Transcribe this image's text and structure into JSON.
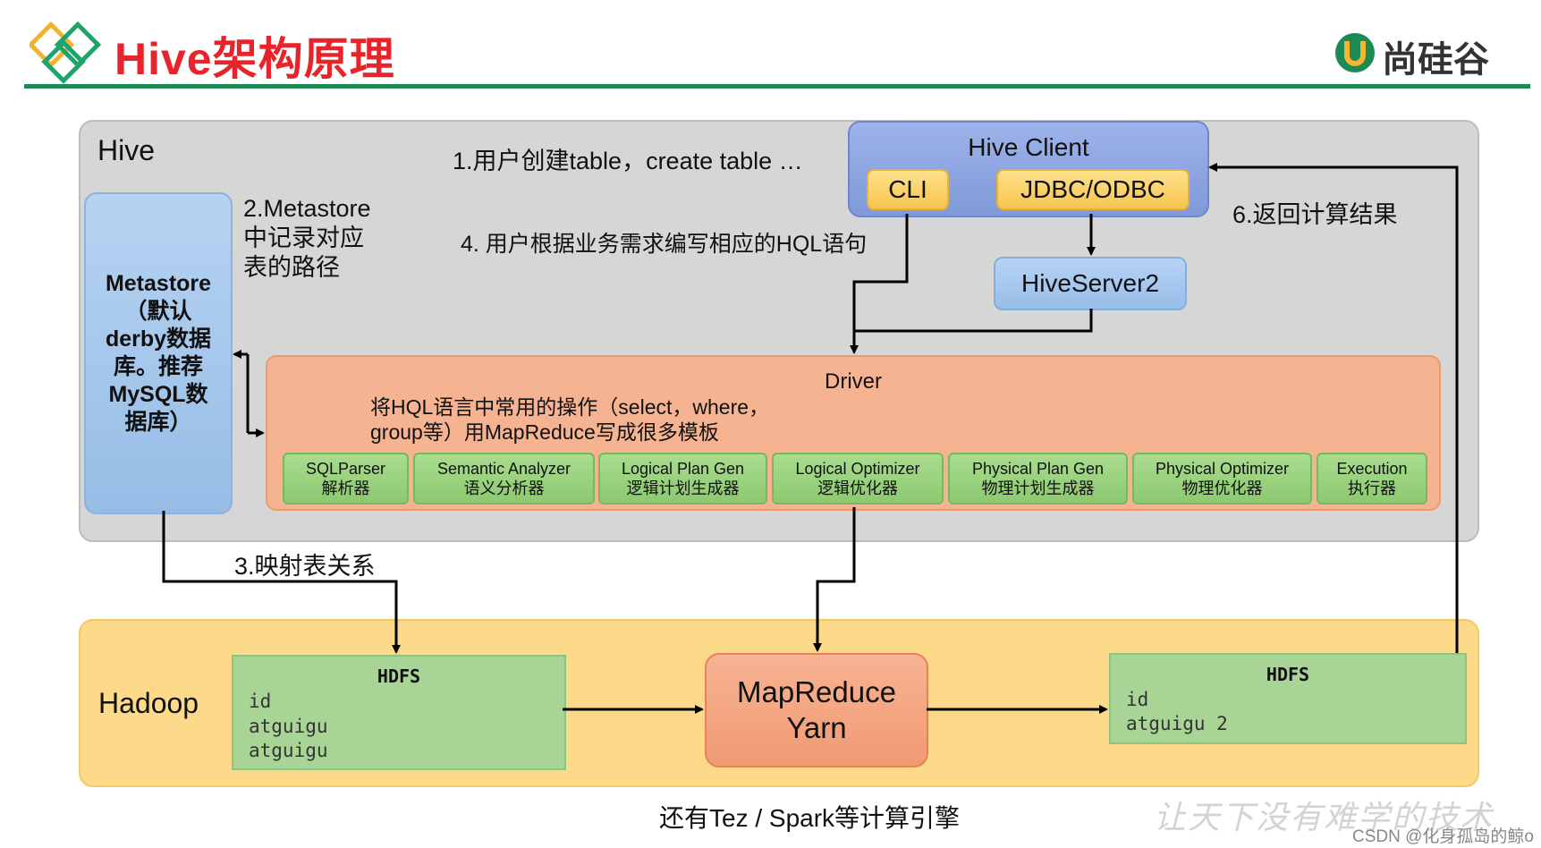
{
  "header": {
    "title": "Hive架构原理",
    "brand": "尚硅谷",
    "accent_color": "#e8232a",
    "rule_color": "#1b8a55"
  },
  "hive": {
    "label": "Hive",
    "client": {
      "title": "Hive Client",
      "cli": "CLI",
      "jdbc": "JDBC/ODBC"
    },
    "hiveserver2": "HiveServer2",
    "metastore": "Metastore\n（默认\nderby数据\n库。推荐\nMySQL数\n据库）",
    "driver": {
      "title": "Driver",
      "description": "将HQL语言中常用的操作（select，where，\n    group等）用MapReduce写成很多模板",
      "modules": [
        {
          "en": "SQLParser",
          "cn": "解析器"
        },
        {
          "en": "Semantic Analyzer",
          "cn": "语义分析器"
        },
        {
          "en": "Logical Plan Gen",
          "cn": "逻辑计划生成器"
        },
        {
          "en": "Logical Optimizer",
          "cn": "逻辑优化器"
        },
        {
          "en": "Physical Plan Gen",
          "cn": "物理计划生成器"
        },
        {
          "en": "Physical Optimizer",
          "cn": "物理优化器"
        },
        {
          "en": "Execution",
          "cn": "执行器"
        }
      ]
    }
  },
  "notes": {
    "step1": "1.用户创建table，create table …",
    "step2": "2.Metastore\n中记录对应\n表的路径",
    "step3": "3.映射表关系",
    "step4": "4. 用户根据业务需求编写相应的HQL语句",
    "step6": "6.返回计算结果"
  },
  "hadoop": {
    "label": "Hadoop",
    "hdfs_in": {
      "title": "HDFS",
      "rows": [
        "id",
        "atguigu",
        "atguigu"
      ]
    },
    "mapreduce": {
      "line1": "MapReduce",
      "line2": "Yarn"
    },
    "hdfs_out": {
      "title": "HDFS",
      "rows": [
        "id",
        "atguigu 2"
      ]
    }
  },
  "footer": {
    "engines_note": "还有Tez / Spark等计算引擎",
    "slogan": "让天下没有难学的技术",
    "watermark": "CSDN @化身孤岛的鲸o"
  }
}
